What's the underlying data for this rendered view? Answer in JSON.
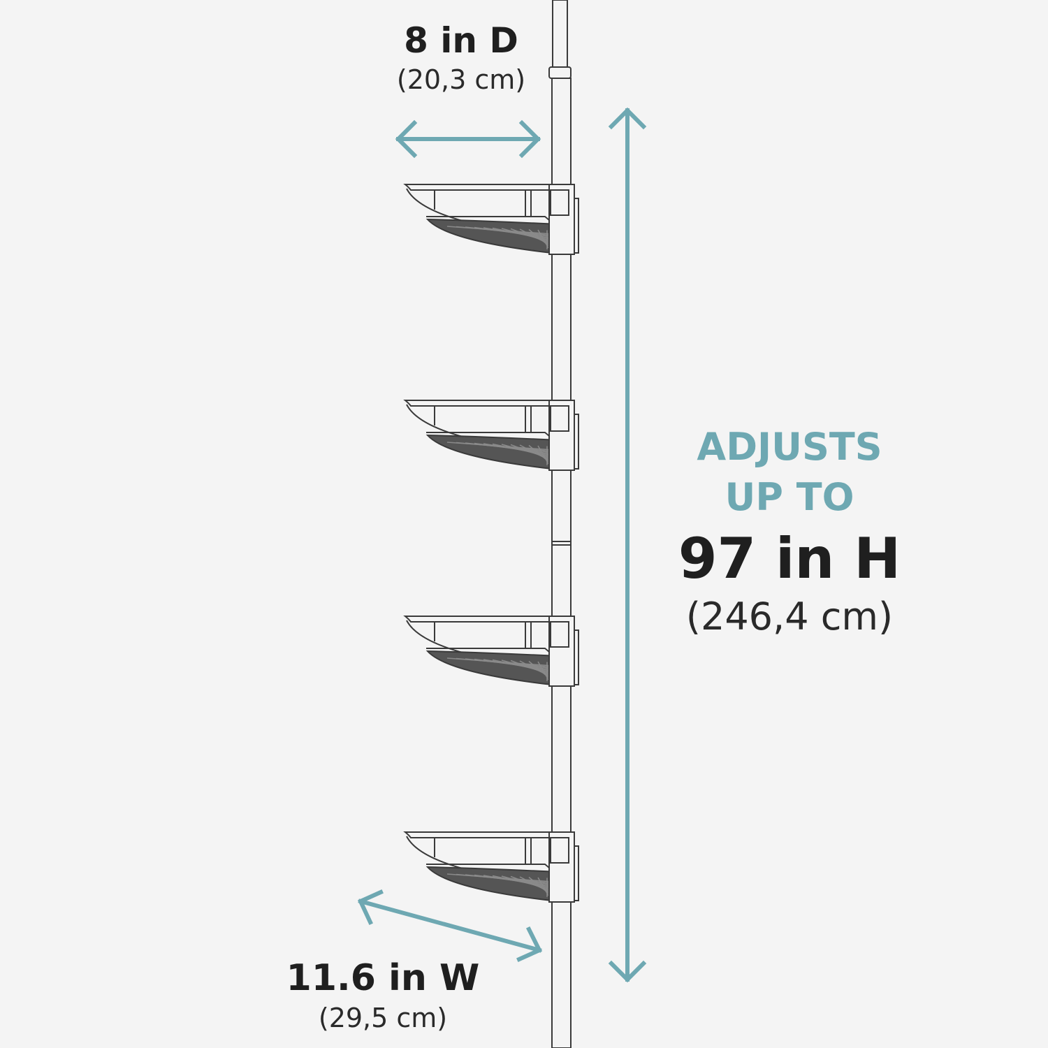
{
  "colors": {
    "background": "#f4f4f4",
    "accent": "#6ea8b2",
    "text": "#1f1f1f",
    "outline": "#3a3a3a"
  },
  "depth": {
    "value": "8 in D",
    "metric": "(20,3 cm)"
  },
  "height": {
    "line1": "ADJUSTS",
    "line2": "UP TO",
    "value": "97 in H",
    "metric": "(246,4 cm)"
  },
  "width": {
    "value": "11.6 in W",
    "metric": "(29,5 cm)"
  },
  "product": {
    "shelf_count": 4,
    "icons": [
      "double-arrow-icon",
      "shelf-basket-icon",
      "tension-pole-icon"
    ]
  }
}
